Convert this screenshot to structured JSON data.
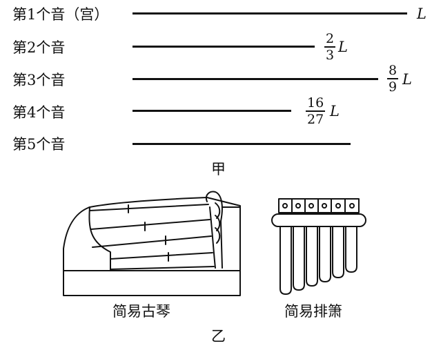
{
  "notes": [
    {
      "label": "第1个音（宫）",
      "length": "L",
      "ratio_num": "",
      "ratio_den": "",
      "ratio": 1
    },
    {
      "label": "第2个音",
      "length": "L",
      "ratio_num": "2",
      "ratio_den": "3",
      "ratio": 0.6667
    },
    {
      "label": "第3个音",
      "length": "L",
      "ratio_num": "8",
      "ratio_den": "9",
      "ratio": 0.8889
    },
    {
      "label": "第4个音",
      "length": "L",
      "ratio_num": "16",
      "ratio_den": "27",
      "ratio": 0.5926
    },
    {
      "label": "第5个音",
      "length": "",
      "ratio_num": "",
      "ratio_den": "",
      "ratio": 0.7901
    }
  ],
  "figure_a_caption": "甲",
  "figure_b": {
    "guqin_label": "简易古琴",
    "paixiao_label": "简易排箫",
    "caption": "乙"
  }
}
